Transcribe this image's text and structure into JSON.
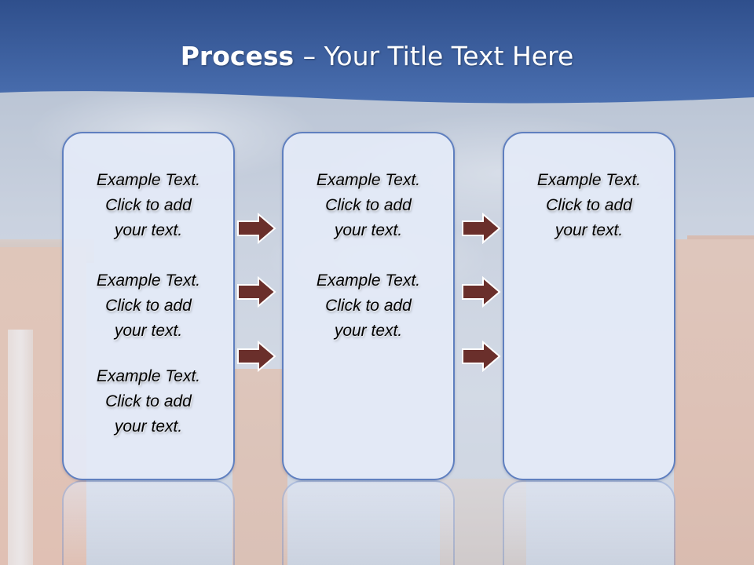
{
  "title": {
    "bold": "Process ",
    "rest": " – Your Title Text Here"
  },
  "colors": {
    "title_band": "#3d5f9c",
    "box_border": "#5f7fbf",
    "box_fill": "#e4eaf7",
    "arrow_fill": "#6a2f2b",
    "arrow_stroke": "#ffffff"
  },
  "boxes": [
    {
      "blocks": [
        {
          "line1": "Example Text.",
          "line2": "Click  to add",
          "line3": "your text."
        },
        {
          "line1": "Example Text.",
          "line2": "Click  to add",
          "line3": "your text."
        },
        {
          "line1": "Example Text.",
          "line2": "Click  to add",
          "line3": "your text."
        }
      ]
    },
    {
      "blocks": [
        {
          "line1": "Example Text.",
          "line2": "Click  to add",
          "line3": "your text."
        },
        {
          "line1": "Example Text.",
          "line2": "Click  to add",
          "line3": "your text."
        }
      ]
    },
    {
      "blocks": [
        {
          "line1": "Example Text.",
          "line2": "Click  to add",
          "line3": "your text."
        }
      ]
    }
  ],
  "arrows": {
    "icon": "right-arrow-icon"
  }
}
